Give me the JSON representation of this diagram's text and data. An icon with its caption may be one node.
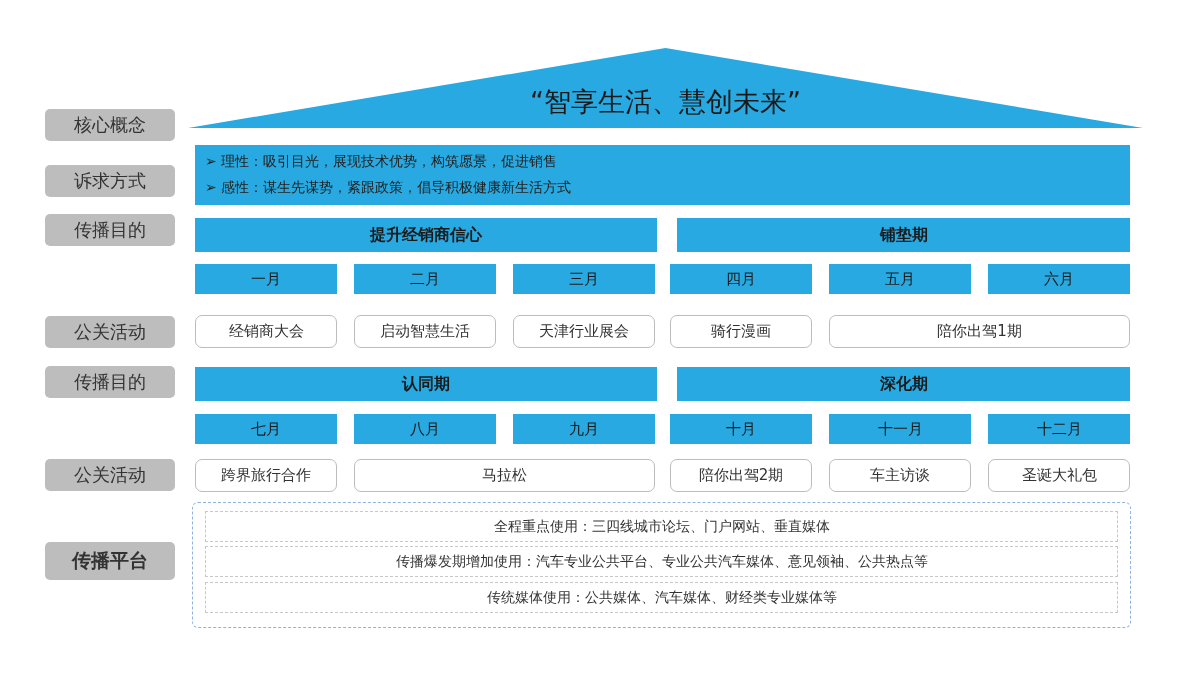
{
  "diagram": {
    "nodes": [
      {
        "text": [
          "核心概念"
        ]
      },
      {
        "text": [
          "“智享生活、慧创未来”"
        ]
      },
      {
        "text": [
          "诉求方式"
        ]
      },
      {
        "text": [
          "➢ 理性：吸引目光，展现技术优势，构筑愿景，促进销售",
          "➢ 感性：谋生先谋势，紧跟政策，倡导积极健康新生活方式"
        ]
      },
      {
        "text": [
          "传播目的"
        ]
      },
      {
        "text": [
          "提升经销商信心"
        ]
      },
      {
        "text": [
          "铺垫期"
        ]
      },
      {
        "text": [
          "一月"
        ]
      },
      {
        "text": [
          "二月"
        ]
      },
      {
        "text": [
          "三月"
        ]
      },
      {
        "text": [
          "四月"
        ]
      },
      {
        "text": [
          "五月"
        ]
      },
      {
        "text": [
          "六月"
        ]
      },
      {
        "text": [
          "公关活动"
        ]
      },
      {
        "text": [
          "经销商大会"
        ]
      },
      {
        "text": [
          "启动智慧生活"
        ]
      },
      {
        "text": [
          "天津行业展会"
        ]
      },
      {
        "text": [
          "骑行漫画"
        ]
      },
      {
        "text": [
          "陪你出驾1期"
        ]
      },
      {
        "text": [
          "传播目的"
        ]
      },
      {
        "text": [
          "认同期"
        ]
      },
      {
        "text": [
          "深化期"
        ]
      },
      {
        "text": [
          "七月"
        ]
      },
      {
        "text": [
          "八月"
        ]
      },
      {
        "text": [
          "九月"
        ]
      },
      {
        "text": [
          "十月"
        ]
      },
      {
        "text": [
          "十一月"
        ]
      },
      {
        "text": [
          "十二月"
        ]
      },
      {
        "text": [
          "公关活动"
        ]
      },
      {
        "text": [
          "跨界旅行合作"
        ]
      },
      {
        "text": [
          "马拉松"
        ]
      },
      {
        "text": [
          "陪你出驾2期"
        ]
      },
      {
        "text": [
          "车主访谈"
        ]
      },
      {
        "text": [
          "圣诞大礼包"
        ]
      },
      {
        "text": [
          "传播平台"
        ]
      },
      {
        "text": [],
        "shape": "box"
      },
      {
        "text": [
          "全程重点使用：三四线城市论坛、门户网站、垂直媒体"
        ],
        "in": 35
      },
      {
        "text": [
          "传播爆发期增加使用：汽车专业公共平台、专业公共汽车媒体、意见领袖、公共热点等"
        ],
        "in": 35
      },
      {
        "text": [
          "传统媒体使用：公共媒体、汽车媒体、财经类专业媒体等"
        ],
        "in": 35
      }
    ]
  }
}
